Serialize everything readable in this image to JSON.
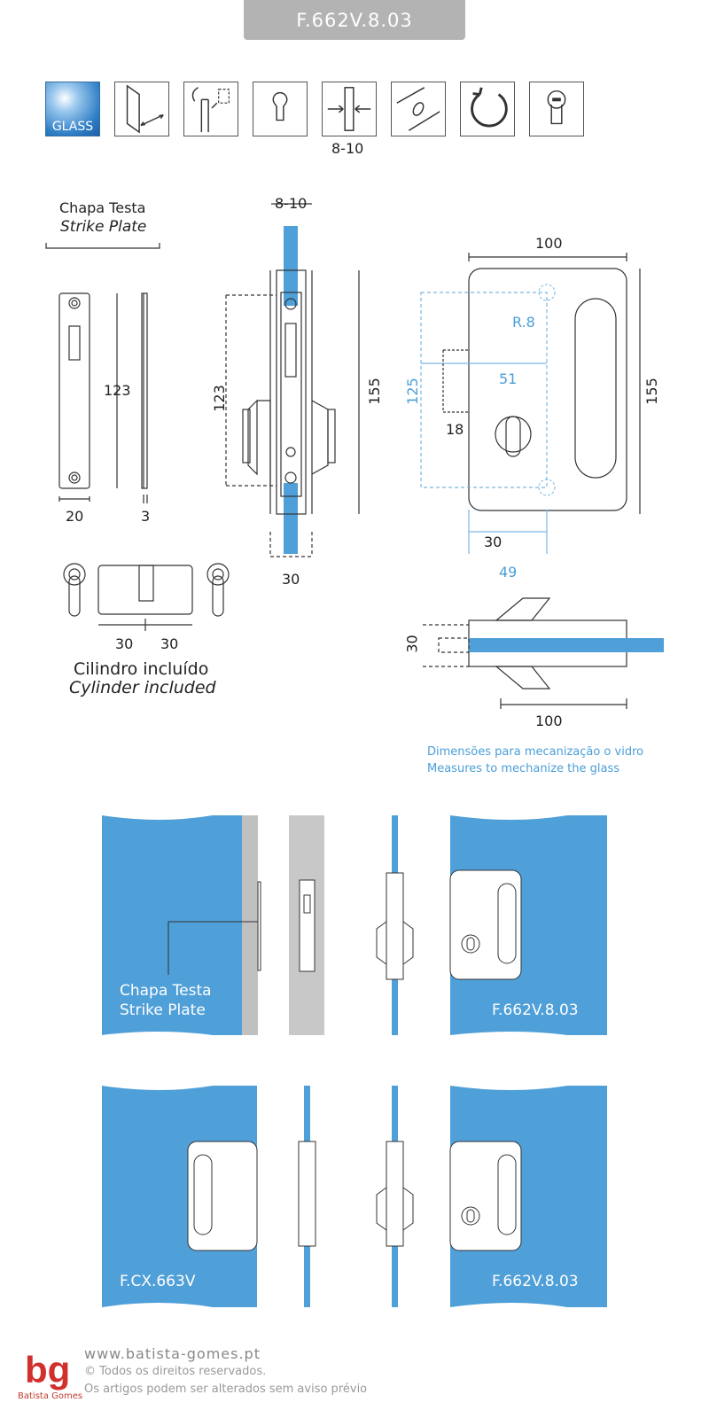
{
  "header": {
    "product_code": "F.662V.8.03"
  },
  "icons": [
    {
      "name": "glass-icon",
      "label": "GLASS"
    },
    {
      "name": "door-edge-icon"
    },
    {
      "name": "door-swing-icon"
    },
    {
      "name": "keyhole-icon"
    },
    {
      "name": "glass-thickness-icon",
      "caption": "8-10"
    },
    {
      "name": "hole-icon"
    },
    {
      "name": "rotate-icon"
    },
    {
      "name": "cylinder-icon"
    }
  ],
  "strike_plate": {
    "title_pt": "Chapa Testa",
    "title_en": "Strike Plate",
    "height": "123",
    "width": "20",
    "thickness": "3"
  },
  "lock_side": {
    "glass_thickness": "8-10",
    "height_inner": "123",
    "height_total": "155",
    "width": "30"
  },
  "lock_front": {
    "width": "100",
    "height": "155",
    "radius": "R.8",
    "cut_height": "125",
    "cut_width": "51",
    "offset": "18",
    "bottom_30": "30",
    "bottom_49": "49"
  },
  "lock_top": {
    "depth": "30",
    "width": "100"
  },
  "cylinder": {
    "left": "30",
    "right": "30",
    "label_pt": "Cilindro incluído",
    "label_en": "Cylinder included"
  },
  "glass_note": {
    "line1": "Dimensões para mecanização o vidro",
    "line2": "Measures to mechanize the glass"
  },
  "installations": {
    "row1_strike_pt": "Chapa Testa",
    "row1_strike_en": "Strike Plate",
    "row1_product": "F.662V.8.03",
    "row2_left_product": "F.CX.663V",
    "row2_right_product": "F.662V.8.03"
  },
  "footer": {
    "url": "www.batista-gomes.pt",
    "rights": "Todos os direitos reservados.",
    "note": "Os artigos podem ser alterados sem aviso prévio",
    "brand": "Batista Gomes"
  },
  "colors": {
    "glass_blue": "#4f9fd8",
    "dim_blue": "#4a9fd8",
    "header_gray": "#b3b3b3",
    "brand_red": "#d0312d"
  }
}
